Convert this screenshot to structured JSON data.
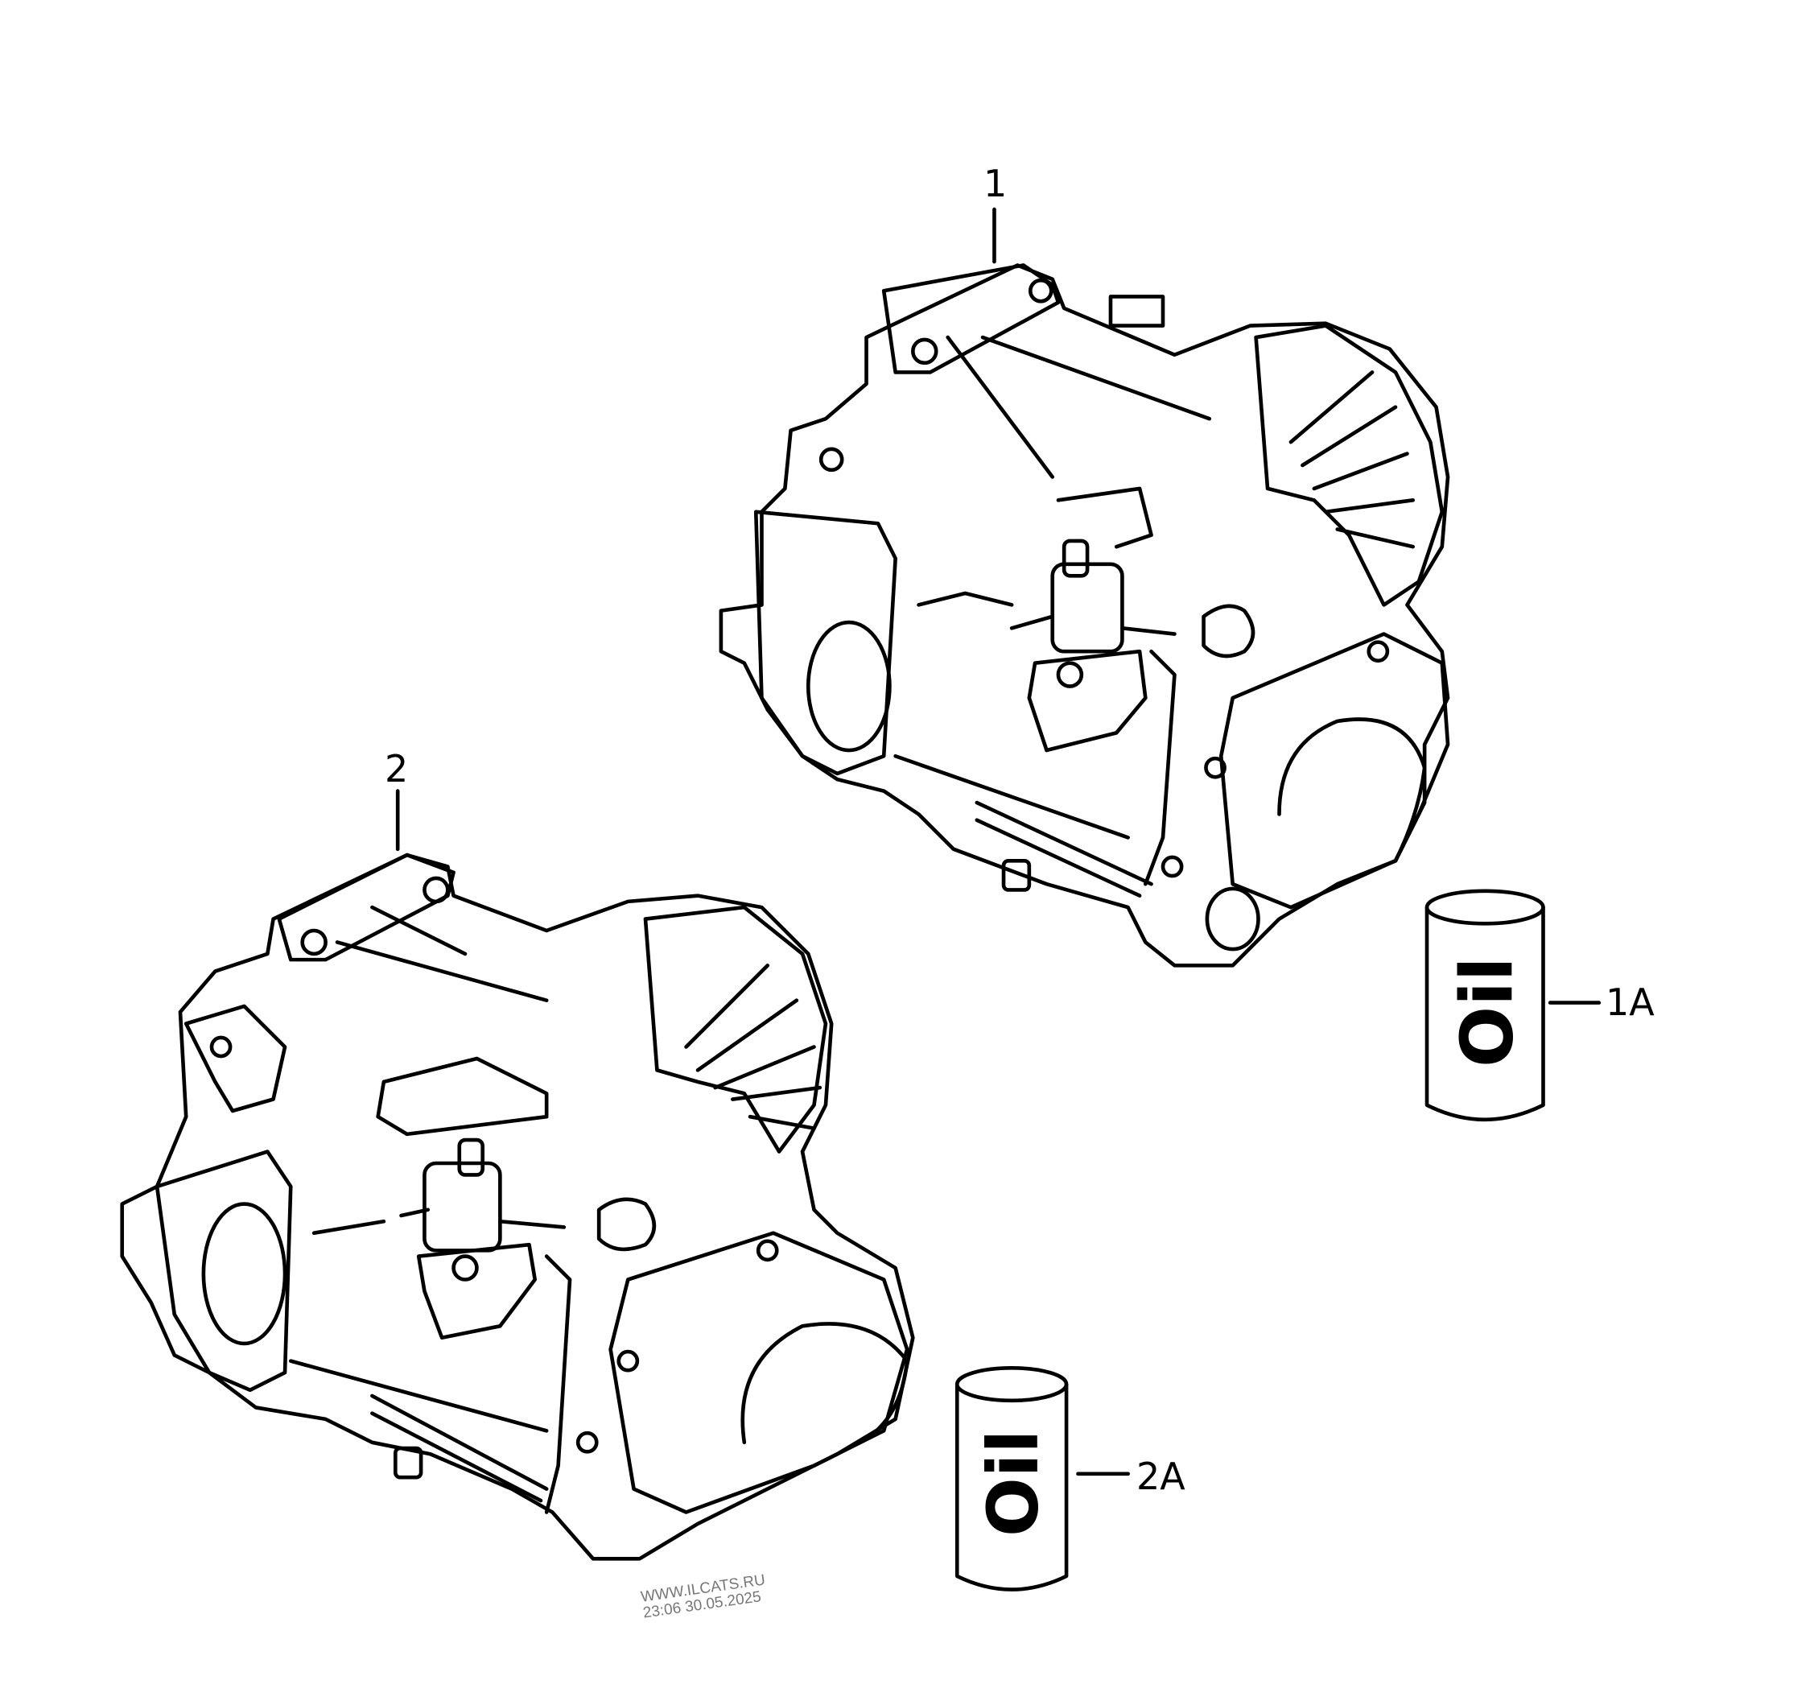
{
  "callouts": {
    "part_1": "1",
    "part_2": "2",
    "part_1a": "1A",
    "part_2a": "2A"
  },
  "oil_can_logo": "Oil",
  "watermark": {
    "site": "WWW.ILCATS.RU",
    "timestamp": "23:06 30.05.2025"
  }
}
